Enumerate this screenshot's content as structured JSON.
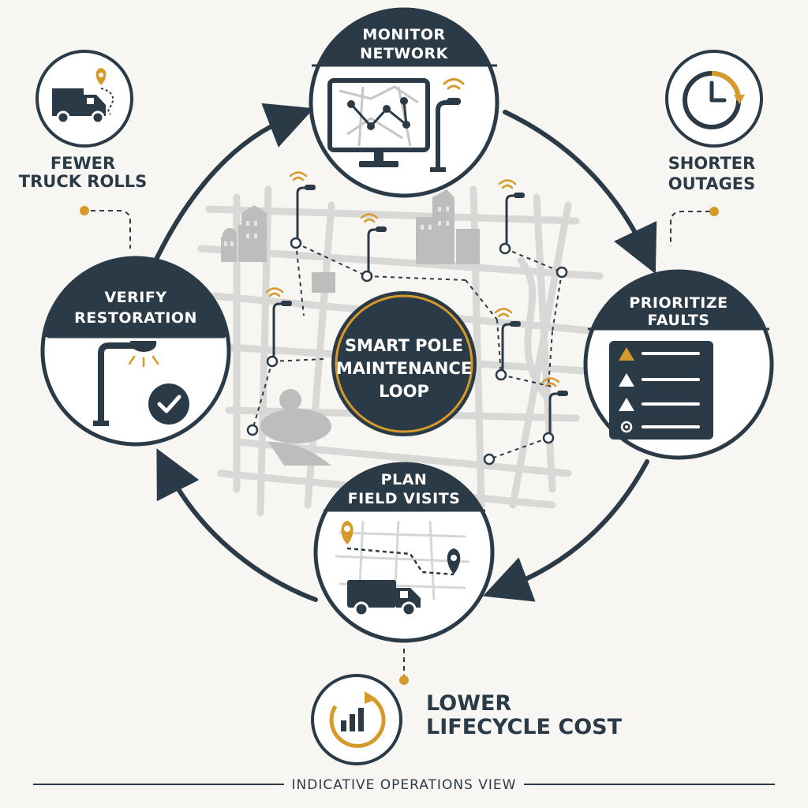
{
  "hub": {
    "line1": "SMART POLE",
    "line2": "MAINTENANCE",
    "line3": "LOOP"
  },
  "steps": {
    "monitor": {
      "line1": "MONITOR",
      "line2": "NETWORK",
      "icon": "monitor-map-icon"
    },
    "prioritize": {
      "line1": "PRIORITIZE",
      "line2": "FAULTS",
      "icon": "alert-list-icon"
    },
    "plan": {
      "line1": "PLAN",
      "line2": "FIELD VISITS",
      "icon": "route-truck-icon"
    },
    "verify": {
      "line1": "VERIFY",
      "line2": "RESTORATION",
      "icon": "lamp-check-icon"
    }
  },
  "benefits": {
    "truck": {
      "line1": "FEWER",
      "line2": "TRUCK ROLLS",
      "icon": "truck-icon"
    },
    "outages": {
      "line1": "SHORTER",
      "line2": "OUTAGES",
      "icon": "clock-icon"
    },
    "cost": {
      "line1": "LOWER",
      "line2": "LIFECYCLE COST",
      "icon": "cost-cycle-icon"
    }
  },
  "footer": "INDICATIVE OPERATIONS VIEW",
  "colors": {
    "navy": "#2b3a47",
    "gold": "#d69a2a",
    "background": "#f7f6f3",
    "map_grey": "#c9c9c9"
  }
}
